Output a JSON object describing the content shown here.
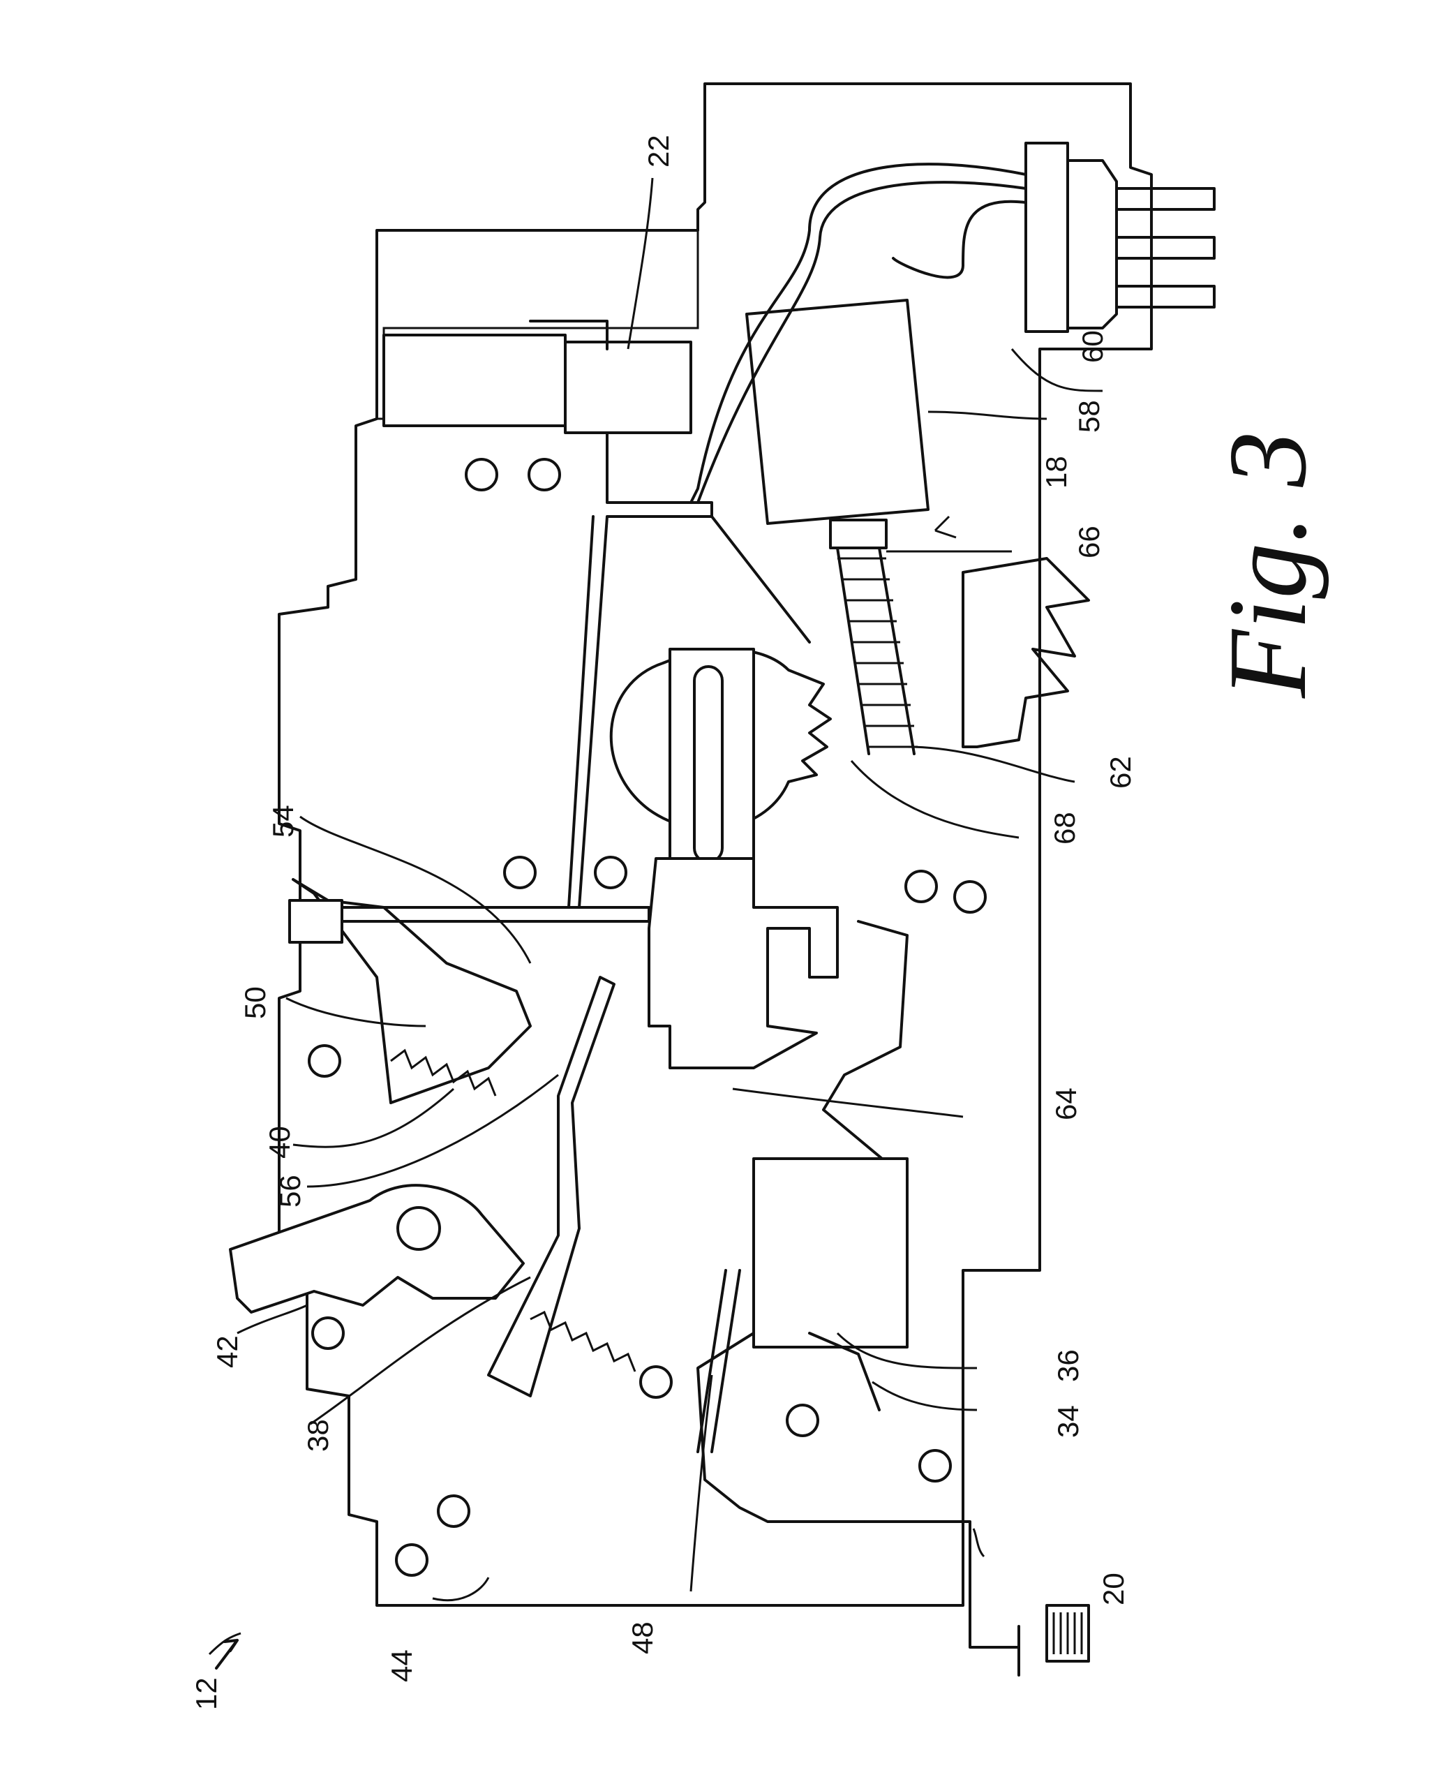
{
  "figure": {
    "caption": "Fig. 3",
    "reference_labels": [
      "12",
      "22",
      "58",
      "60",
      "18",
      "66",
      "62",
      "68",
      "64",
      "54",
      "50",
      "40",
      "56",
      "42",
      "38",
      "44",
      "48",
      "36",
      "34",
      "20"
    ]
  }
}
